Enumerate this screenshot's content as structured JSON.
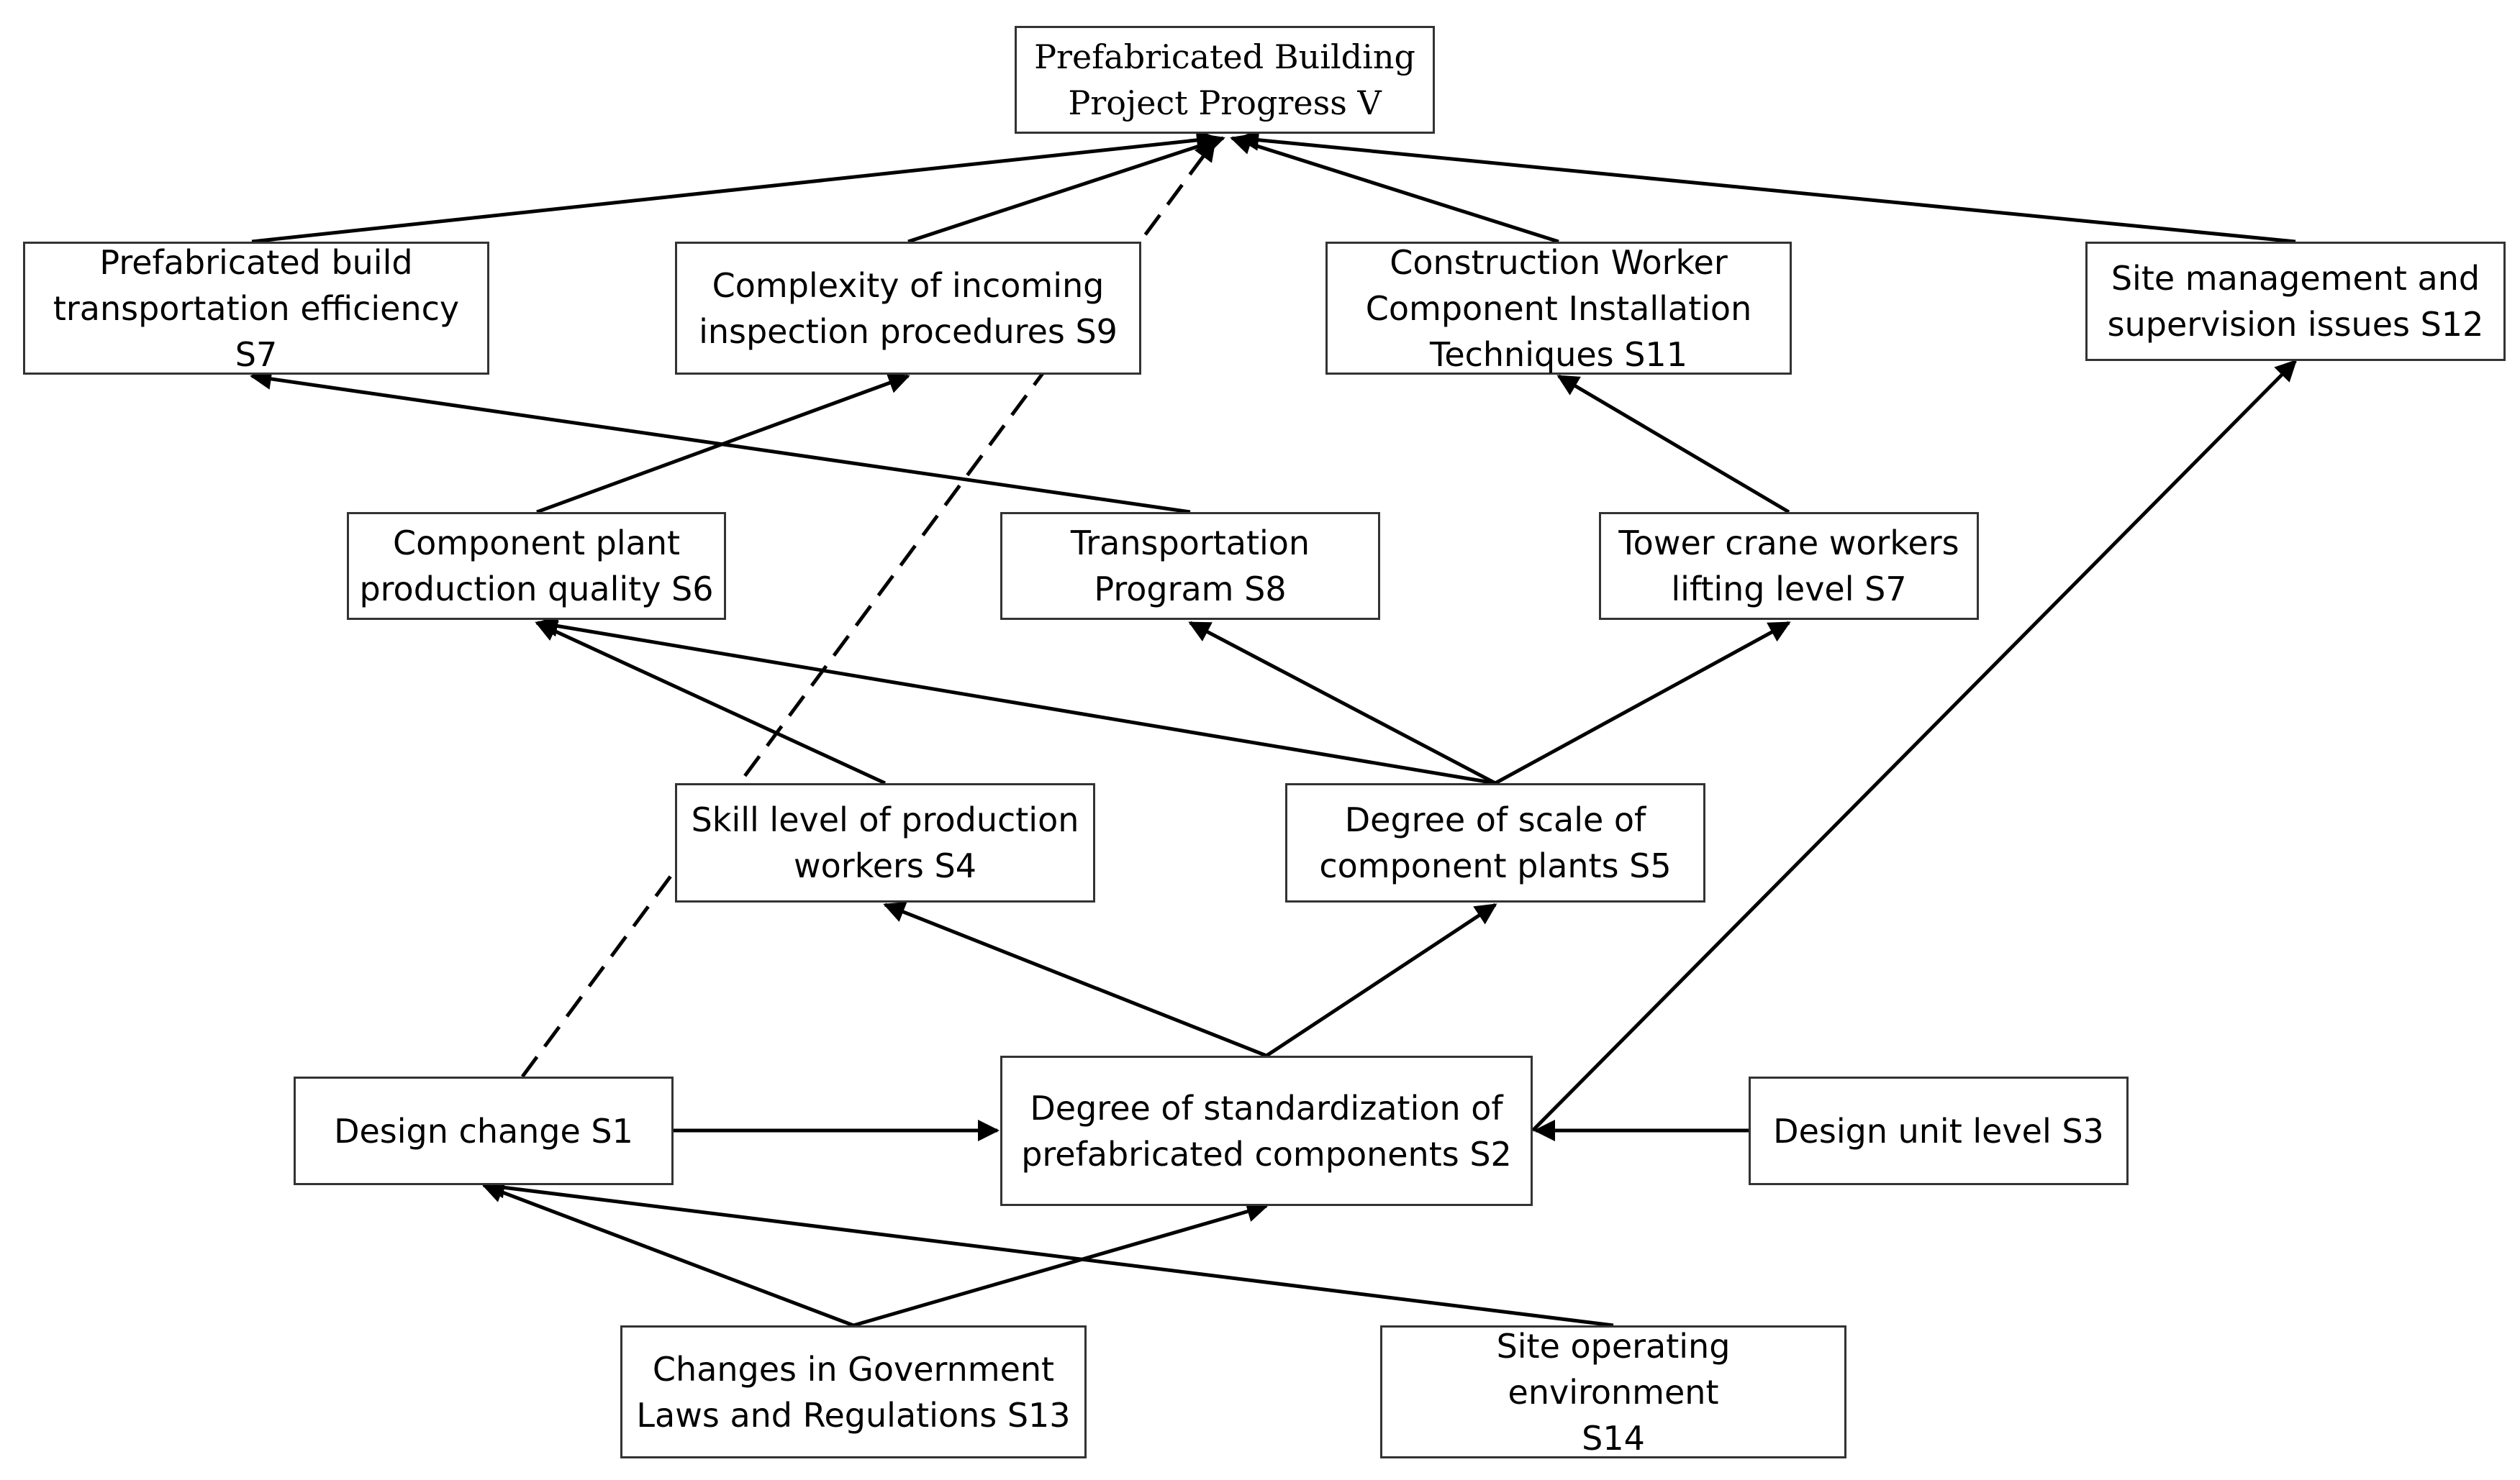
{
  "nodes": {
    "v": {
      "line1": "Prefabricated Building",
      "line2": "Project Progress V"
    },
    "s7a": {
      "line1": "Prefabricated build",
      "line2": "transportation efficiency S7"
    },
    "s9": {
      "line1": "Complexity of incoming",
      "line2": "inspection procedures S9"
    },
    "s11": {
      "line1": "Construction Worker",
      "line2": "Component Installation",
      "line3": "Techniques S11"
    },
    "s12": {
      "line1": "Site management and",
      "line2": "supervision issues S12"
    },
    "s6": {
      "line1": "Component plant",
      "line2": "production quality S6"
    },
    "s8": {
      "line1": "Transportation",
      "line2": "Program S8"
    },
    "s7b": {
      "line1": "Tower crane workers",
      "line2": "lifting level S7"
    },
    "s4": {
      "line1": "Skill level of production",
      "line2": "workers S4"
    },
    "s5": {
      "line1": "Degree of scale of",
      "line2": "component plants S5"
    },
    "s1": {
      "line1": "Design change S1"
    },
    "s2": {
      "line1": "Degree of standardization of",
      "line2": "prefabricated components S2"
    },
    "s3": {
      "line1": "Design unit level S3"
    },
    "s13": {
      "line1": "Changes in Government",
      "line2": "Laws and Regulations S13"
    },
    "s14": {
      "line1": "Site operating environment",
      "line2": "S14"
    }
  },
  "edges": [
    {
      "from": "s7a",
      "to": "v",
      "style": "solid"
    },
    {
      "from": "s9",
      "to": "v",
      "style": "solid"
    },
    {
      "from": "s11",
      "to": "v",
      "style": "solid"
    },
    {
      "from": "s12",
      "to": "v",
      "style": "solid"
    },
    {
      "from": "s1",
      "to": "v",
      "style": "dashed"
    },
    {
      "from": "s6",
      "to": "s9",
      "style": "solid"
    },
    {
      "from": "s8",
      "to": "s7a",
      "style": "solid"
    },
    {
      "from": "s7b",
      "to": "s11",
      "style": "solid"
    },
    {
      "from": "s4",
      "to": "s6",
      "style": "solid"
    },
    {
      "from": "s5",
      "to": "s6",
      "style": "solid"
    },
    {
      "from": "s5",
      "to": "s8",
      "style": "solid"
    },
    {
      "from": "s5",
      "to": "s7b",
      "style": "solid"
    },
    {
      "from": "s2",
      "to": "s4",
      "style": "solid"
    },
    {
      "from": "s2",
      "to": "s5",
      "style": "solid"
    },
    {
      "from": "s2",
      "to": "s12",
      "style": "solid"
    },
    {
      "from": "s1",
      "to": "s2",
      "style": "solid"
    },
    {
      "from": "s3",
      "to": "s2",
      "style": "solid"
    },
    {
      "from": "s13",
      "to": "s1",
      "style": "solid"
    },
    {
      "from": "s13",
      "to": "s2",
      "style": "solid"
    },
    {
      "from": "s14",
      "to": "s1",
      "style": "solid"
    }
  ],
  "colors": {
    "line": "#000000",
    "border": "#333333",
    "text": "#000000"
  }
}
